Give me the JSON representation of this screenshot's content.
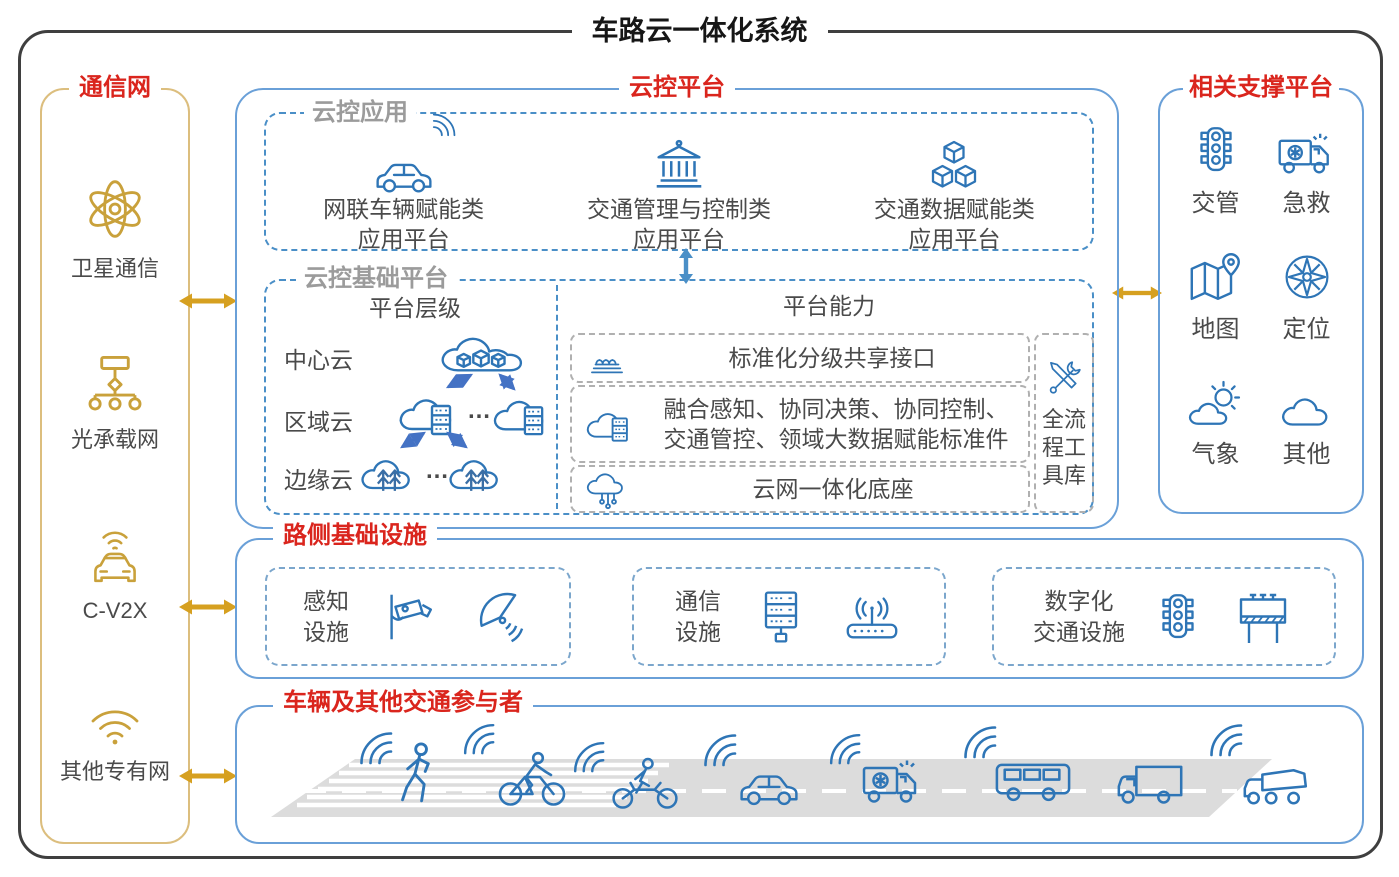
{
  "title": "车路云一体化系统",
  "colors": {
    "accent_red": "#da251d",
    "gold": "#c9a13b",
    "blue": "#2e75b6",
    "royal_blue": "#4472c4",
    "road_gray": "#dcdcdc"
  },
  "comm": {
    "label": "通信网",
    "items": [
      {
        "icon": "satellite-icon",
        "label": "卫星通信"
      },
      {
        "icon": "optical-network-icon",
        "label": "光承载网"
      },
      {
        "icon": "cv2x-icon",
        "label": "C-V2X"
      },
      {
        "icon": "private-network-icon",
        "label": "其他专有网"
      }
    ]
  },
  "cloud": {
    "label": "云控平台",
    "apps": {
      "label": "云控应用",
      "items": [
        {
          "icon": "connected-car-icon",
          "label": "网联车辆赋能类\n应用平台"
        },
        {
          "icon": "traffic-authority-icon",
          "label": "交通管理与控制类\n应用平台"
        },
        {
          "icon": "data-cubes-icon",
          "label": "交通数据赋能类\n应用平台"
        }
      ]
    },
    "base": {
      "label": "云控基础平台",
      "hierarchy": {
        "title": "平台层级",
        "levels": [
          "中心云",
          "区域云",
          "边缘云"
        ],
        "dots": "…"
      },
      "capability": {
        "title": "平台能力",
        "items": [
          {
            "label": "标准化分级共享接口"
          },
          {
            "label": "融合感知、协同决策、协同控制、\n交通管控、领域大数据赋能标准件"
          },
          {
            "label": "云网一体化底座"
          }
        ],
        "toolbox": "全流程工具库"
      }
    }
  },
  "support": {
    "label": "相关支撑平台",
    "items": [
      {
        "icon": "traffic-light-icon",
        "label": "交管"
      },
      {
        "icon": "ambulance-icon",
        "label": "急救"
      },
      {
        "icon": "map-icon",
        "label": "地图"
      },
      {
        "icon": "compass-icon",
        "label": "定位"
      },
      {
        "icon": "weather-icon",
        "label": "气象"
      },
      {
        "icon": "cloud-icon",
        "label": "其他"
      }
    ]
  },
  "roadside": {
    "label": "路侧基础设施",
    "groups": [
      {
        "label": "感知\n设施",
        "icons": [
          "camera-icon",
          "radar-icon"
        ]
      },
      {
        "label": "通信\n设施",
        "icons": [
          "server-icon",
          "router-icon"
        ]
      },
      {
        "label": "数字化\n交通设施",
        "icons": [
          "traffic-light-icon",
          "billboard-icon"
        ]
      }
    ]
  },
  "participants": {
    "label": "车辆及其他交通参与者",
    "icons": [
      "pedestrian",
      "cyclist",
      "motorcycle",
      "car",
      "ambulance",
      "bus",
      "truck",
      "dump-truck"
    ]
  }
}
